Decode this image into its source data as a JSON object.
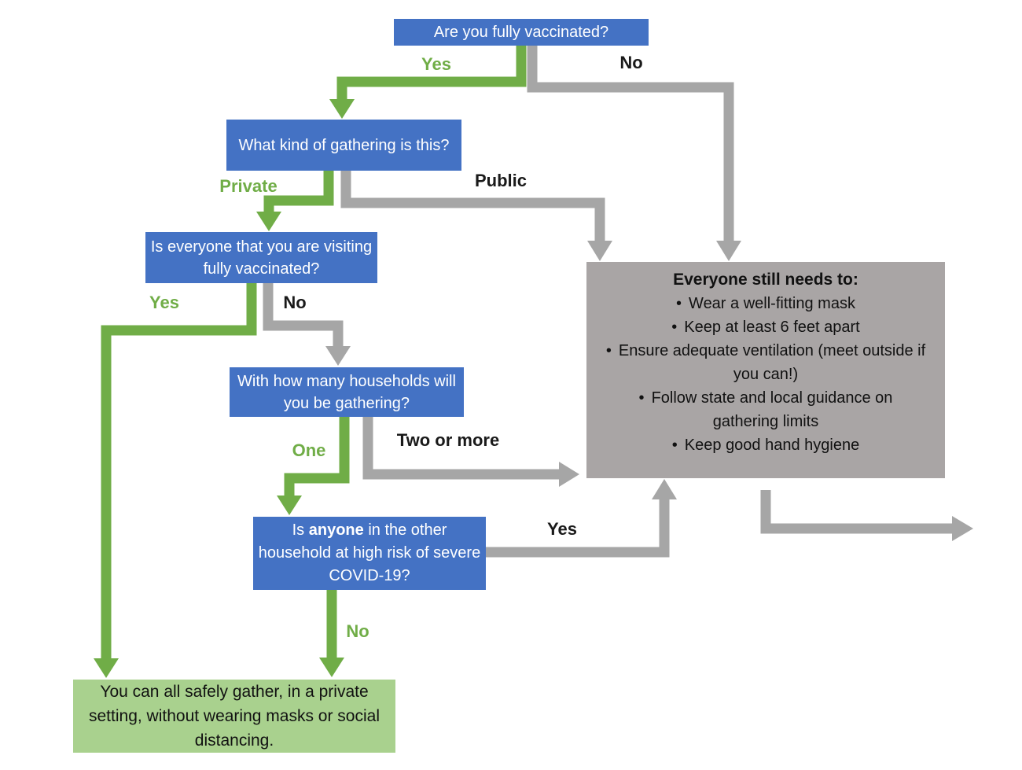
{
  "nodes": {
    "q1": "Are you fully vaccinated?",
    "q2": "What kind of gathering is this?",
    "q3": "Is everyone that you are visiting fully vaccinated?",
    "q4": "With how many households will you be gathering?",
    "q5": {
      "part1": "Is ",
      "bold": "anyone",
      "part2": " in the other household at high risk of severe COVID-19?"
    },
    "outcome": "You can all safely gather, in a private setting, without wearing masks or social distancing.",
    "precautions": {
      "title": "Everyone still needs to:",
      "bullet_char": "•",
      "bullets": [
        "Wear a well-fitting mask",
        "Keep at least 6 feet apart",
        "Ensure adequate ventilation (meet outside if you can!)",
        "Follow state and local guidance on gathering limits",
        "Keep good hand hygiene"
      ]
    }
  },
  "labels": {
    "q1_yes": "Yes",
    "q1_no": "No",
    "q2_private": "Private",
    "q2_public": "Public",
    "q3_yes": "Yes",
    "q3_no": "No",
    "q4_one": "One",
    "q4_two_or_more": "Two or more",
    "q5_yes": "Yes",
    "q5_no": "No"
  },
  "colors": {
    "question_box_blue": "#4472C4",
    "path_green": "#70AD47",
    "outcome_light_green": "#A9D18E",
    "precautions_gray": "#A9A5A5",
    "arrow_gray": "#A6A6A6"
  }
}
